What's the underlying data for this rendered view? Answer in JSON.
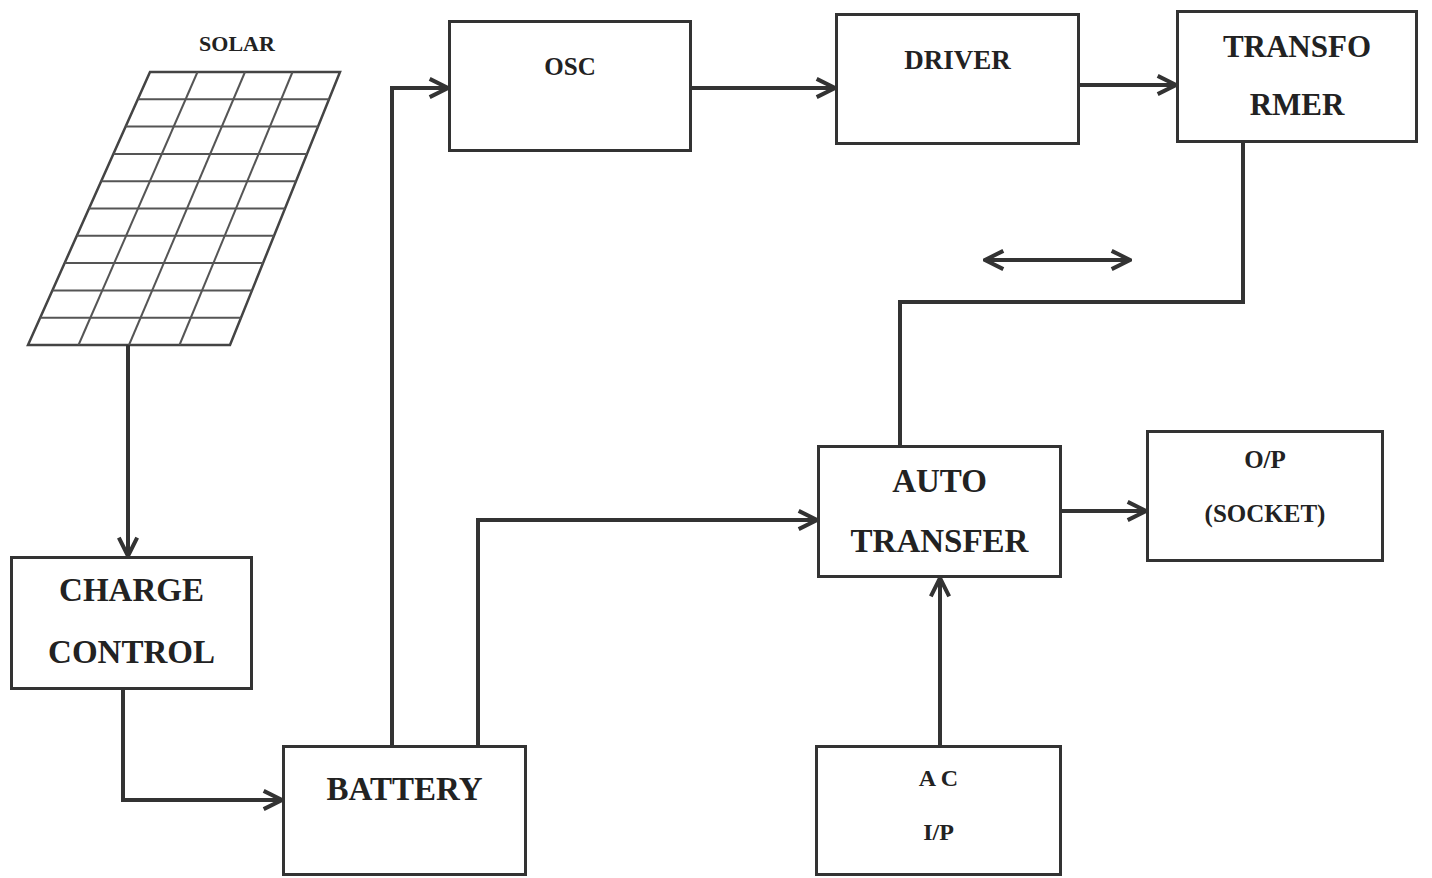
{
  "diagram": {
    "nodes": [
      {
        "text": [
          "SOLAR"
        ]
      },
      {
        "text": [
          "OSC"
        ]
      },
      {
        "text": [
          "DRIVER"
        ]
      },
      {
        "text": [
          "TRANSFO RMER"
        ]
      },
      {
        "text": [
          "AUTO TRANSFER"
        ]
      },
      {
        "text": [
          "O/P (SOCKET)"
        ]
      },
      {
        "text": [
          "CHARGE CONTROL"
        ]
      },
      {
        "text": [
          "BATTERY"
        ]
      },
      {
        "text": [
          "A C I/P"
        ]
      }
    ],
    "edges": [
      {
        "from": 0,
        "to": 6,
        "arrow": "to"
      },
      {
        "from": 6,
        "to": 7,
        "arrow": "to"
      },
      {
        "from": 7,
        "to": 1,
        "arrow": "to"
      },
      {
        "from": 1,
        "to": 2,
        "arrow": "to"
      },
      {
        "from": 2,
        "to": 3,
        "arrow": "to"
      },
      {
        "from": 3,
        "to": 4,
        "arrow": "none"
      },
      {
        "from": 7,
        "to": 4,
        "arrow": "to"
      },
      {
        "from": 8,
        "to": 4,
        "arrow": "to"
      },
      {
        "from": 4,
        "to": 5,
        "arrow": "to"
      }
    ]
  }
}
